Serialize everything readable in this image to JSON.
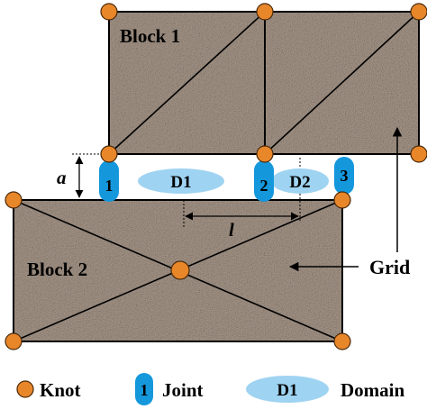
{
  "blocks": {
    "block1_label": "Block 1",
    "block2_label": "Block 2"
  },
  "dimensions": {
    "a_label": "a",
    "l_label": "l"
  },
  "joints": [
    "1",
    "2",
    "3"
  ],
  "domains": [
    "D1",
    "D2"
  ],
  "grid_label": "Grid",
  "legend": {
    "knot": "Knot",
    "joint_number": "1",
    "joint": "Joint",
    "domain_symbol": "D1",
    "domain": "Domain"
  },
  "colors": {
    "knot_fill": "#e8862a",
    "joint_fill": "#1597dc",
    "domain_fill": "#9fd3f2",
    "block_fill": "#a8988a"
  }
}
